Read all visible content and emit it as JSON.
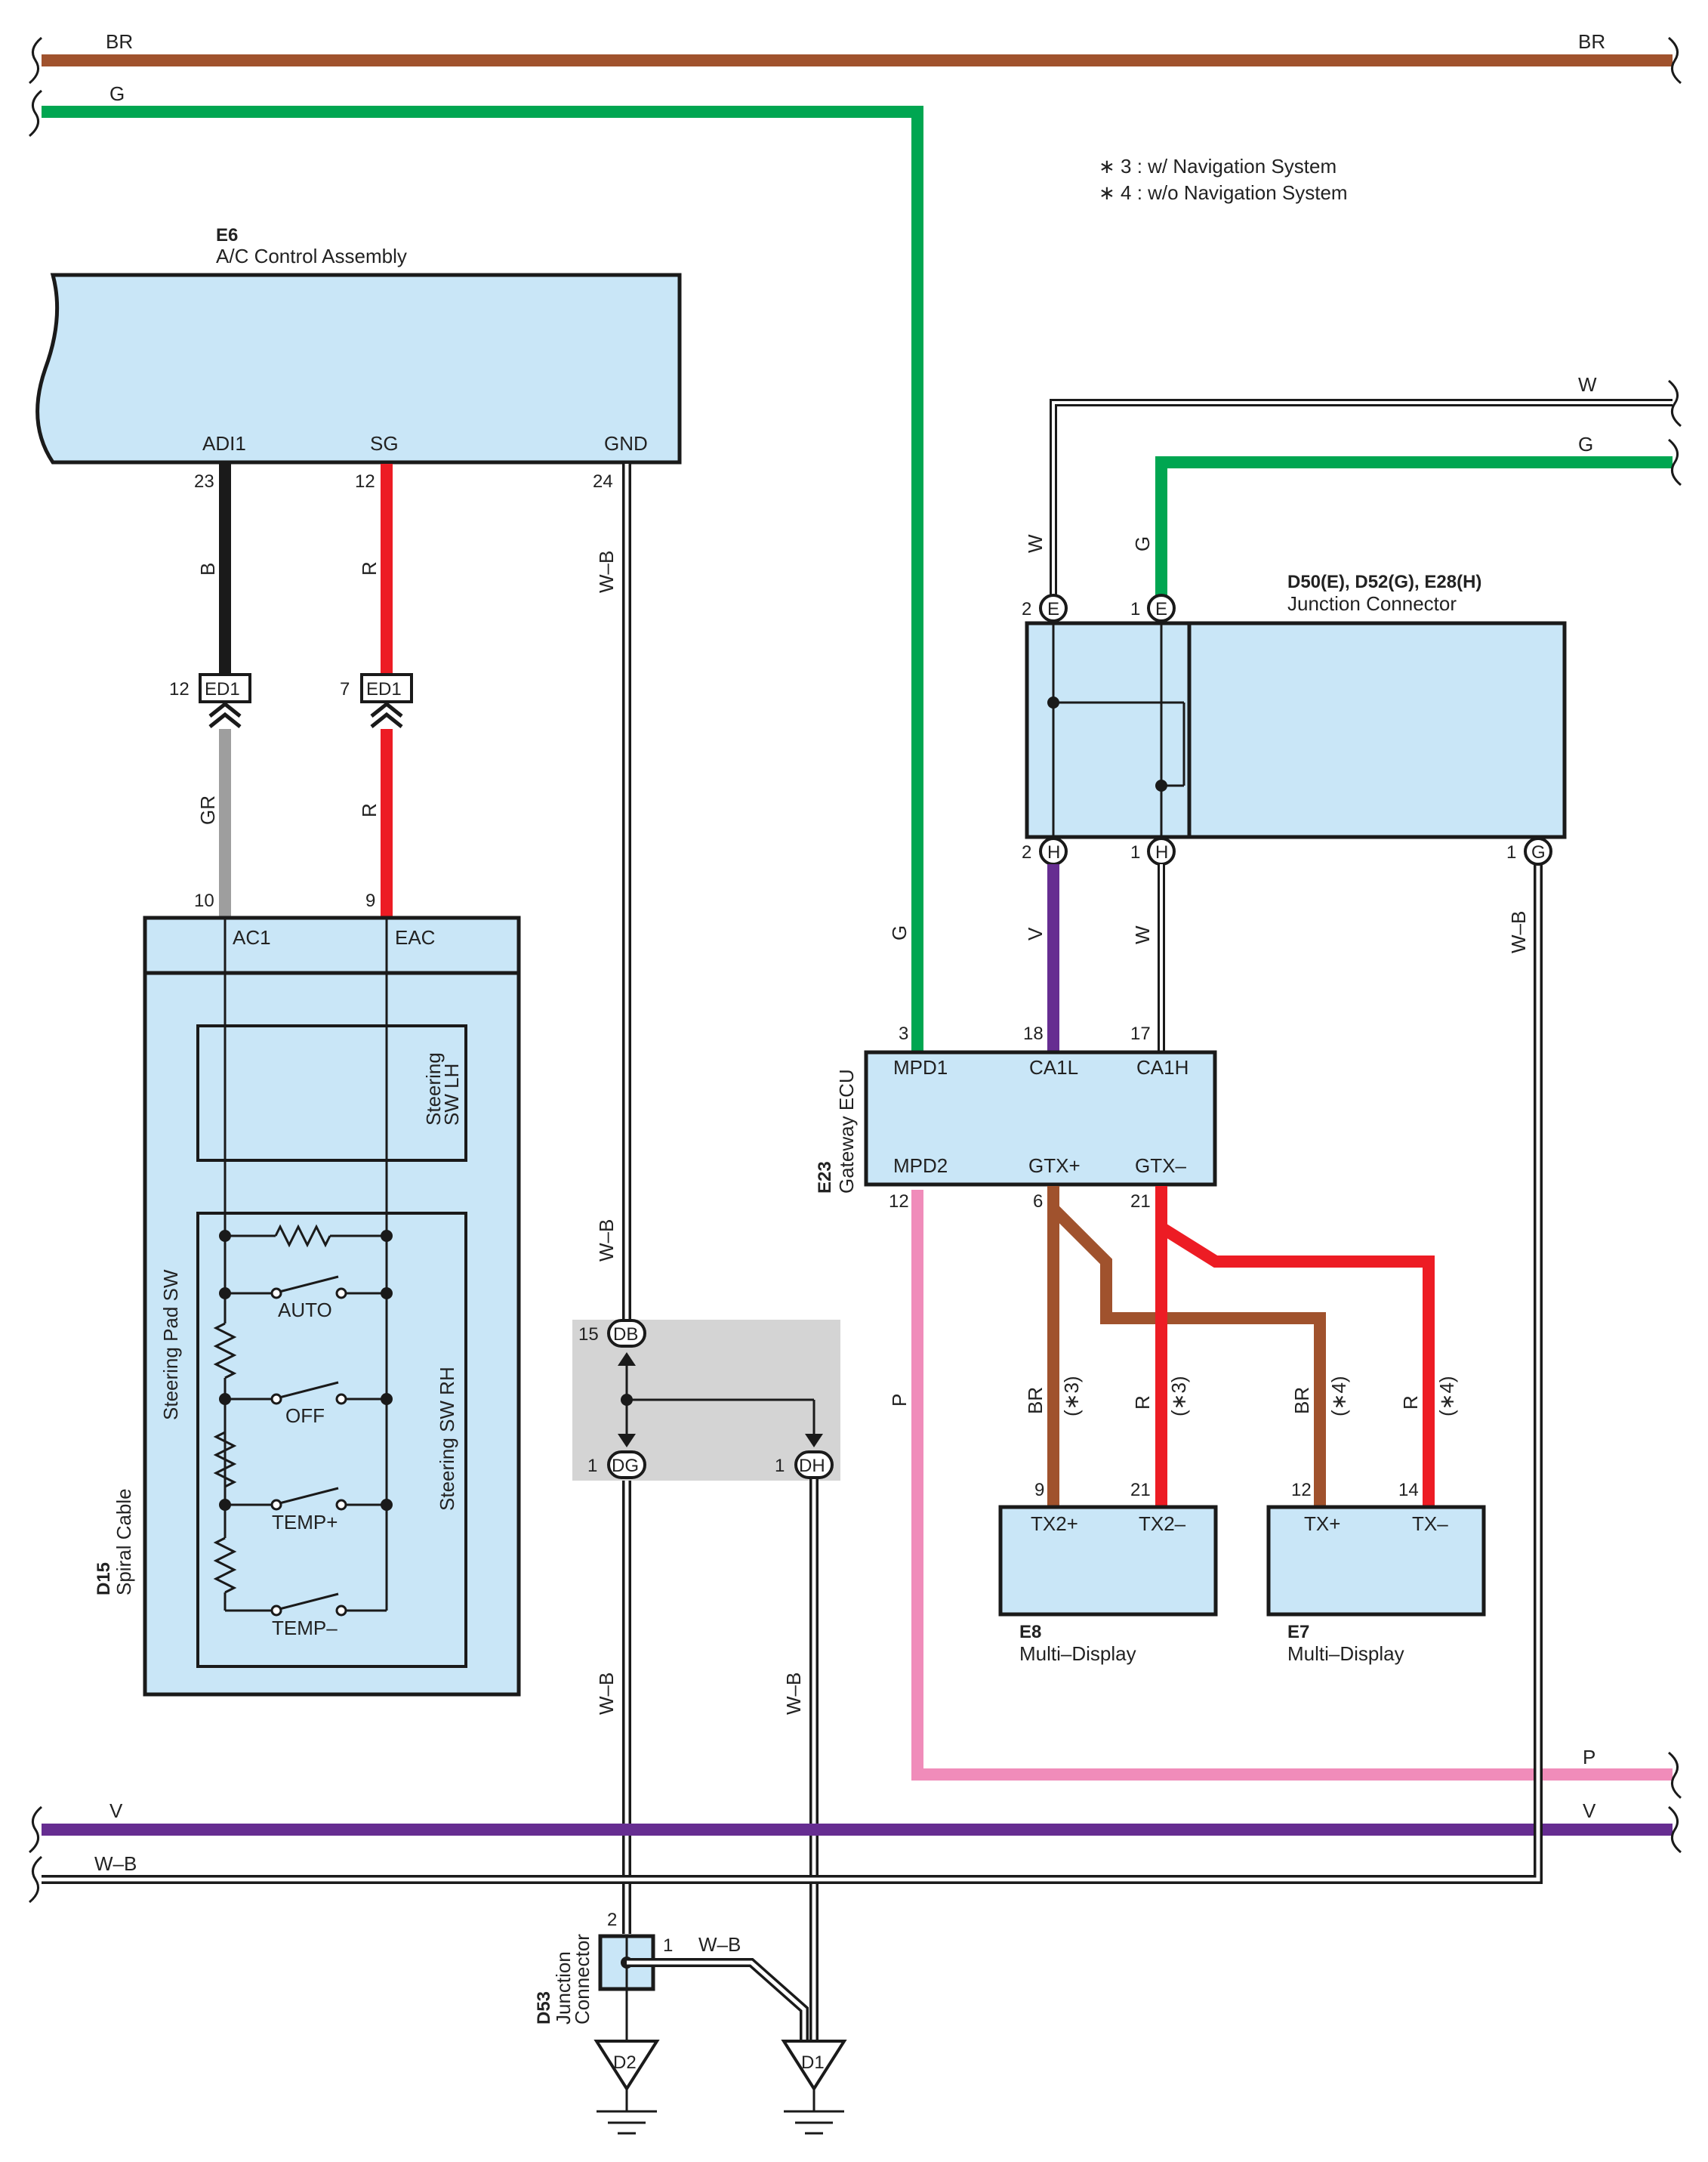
{
  "colors": {
    "BR": "#a0522d",
    "G": "#00a651",
    "R": "#ed1c24",
    "B": "#1a1a1a",
    "GR": "#9e9e9e",
    "V": "#662d91",
    "P": "#f08cba",
    "box": "#c9e6f7",
    "gray_area": "#d4d4d4"
  },
  "notes": {
    "n3": "∗ 3 : w/ Navigation System",
    "n4": "∗ 4 : w/o Navigation System"
  },
  "buses": {
    "br_left": "BR",
    "br_right": "BR",
    "g_top": "G",
    "w_right": "W",
    "g_right": "G",
    "p_right": "P",
    "v_left": "V",
    "v_right": "V",
    "wb_left": "W–B"
  },
  "e6": {
    "code": "E6",
    "name": "A/C Control Assembly",
    "pins": {
      "adi1": "ADI1",
      "sg": "SG",
      "gnd": "GND",
      "adi1_no": "23",
      "sg_no": "12",
      "gnd_no": "24"
    }
  },
  "ed1": {
    "left_no": "12",
    "left": "ED1",
    "right_no": "7",
    "right": "ED1"
  },
  "wires": {
    "b": "B",
    "r1": "R",
    "wb1": "W–B",
    "gr": "GR",
    "r2": "R",
    "wb2": "W–B",
    "wb3": "W–B",
    "wb4": "W–B",
    "wb5": "W–B",
    "g_left": "G",
    "p_left": "P",
    "w_top": "W",
    "g_top": "G",
    "v_mid": "V",
    "w_mid": "W",
    "wb_right": "W–B",
    "br3": "BR",
    "n3a": "(∗3)",
    "r3": "R",
    "n3b": "(∗3)",
    "br4": "BR",
    "n4a": "(∗4)",
    "r4": "R",
    "n4b": "(∗4)"
  },
  "d15": {
    "code": "D15",
    "name": "Spiral Cable",
    "pad": "Steering Pad SW",
    "sw_lh_1": "Steering",
    "sw_lh_2": "SW LH",
    "sw_rh": "Steering SW RH",
    "ac1": "AC1",
    "eac": "EAC",
    "ac1_no": "10",
    "eac_no": "9",
    "sw_auto": "AUTO",
    "sw_off": "OFF",
    "sw_tplus": "TEMP+",
    "sw_tminus": "TEMP–"
  },
  "junc_small": {
    "db": "DB",
    "db_no": "15",
    "dg": "DG",
    "dg_no": "1",
    "dh": "DH",
    "dh_no": "1"
  },
  "d53": {
    "code": "D53",
    "name1": "Junction",
    "name2": "Connector",
    "pin2": "2",
    "pin1": "1",
    "wire": "W–B"
  },
  "grounds": {
    "d2": "D2",
    "d1": "D1"
  },
  "jc": {
    "code": "D50(E), D52(G), E28(H)",
    "name": "Junction Connector",
    "e2_no": "2",
    "e2": "E",
    "e1_no": "1",
    "e1": "E",
    "h2_no": "2",
    "h2": "H",
    "h1_no": "1",
    "h1": "H",
    "g1_no": "1",
    "g1": "G"
  },
  "e23": {
    "code": "E23",
    "name": "Gateway ECU",
    "mpd1": "MPD1",
    "ca1l": "CA1L",
    "ca1h": "CA1H",
    "mpd2": "MPD2",
    "gtxp": "GTX+",
    "gtxm": "GTX–",
    "mpd1_no": "3",
    "ca1l_no": "18",
    "ca1h_no": "17",
    "mpd2_no": "12",
    "gtxp_no": "6",
    "gtxm_no": "21"
  },
  "e8": {
    "code": "E8",
    "name": "Multi–Display",
    "tx2p": "TX2+",
    "tx2m": "TX2–",
    "tx2p_no": "9",
    "tx2m_no": "21"
  },
  "e7": {
    "code": "E7",
    "name": "Multi–Display",
    "txp": "TX+",
    "txm": "TX–",
    "txp_no": "12",
    "txm_no": "14"
  }
}
